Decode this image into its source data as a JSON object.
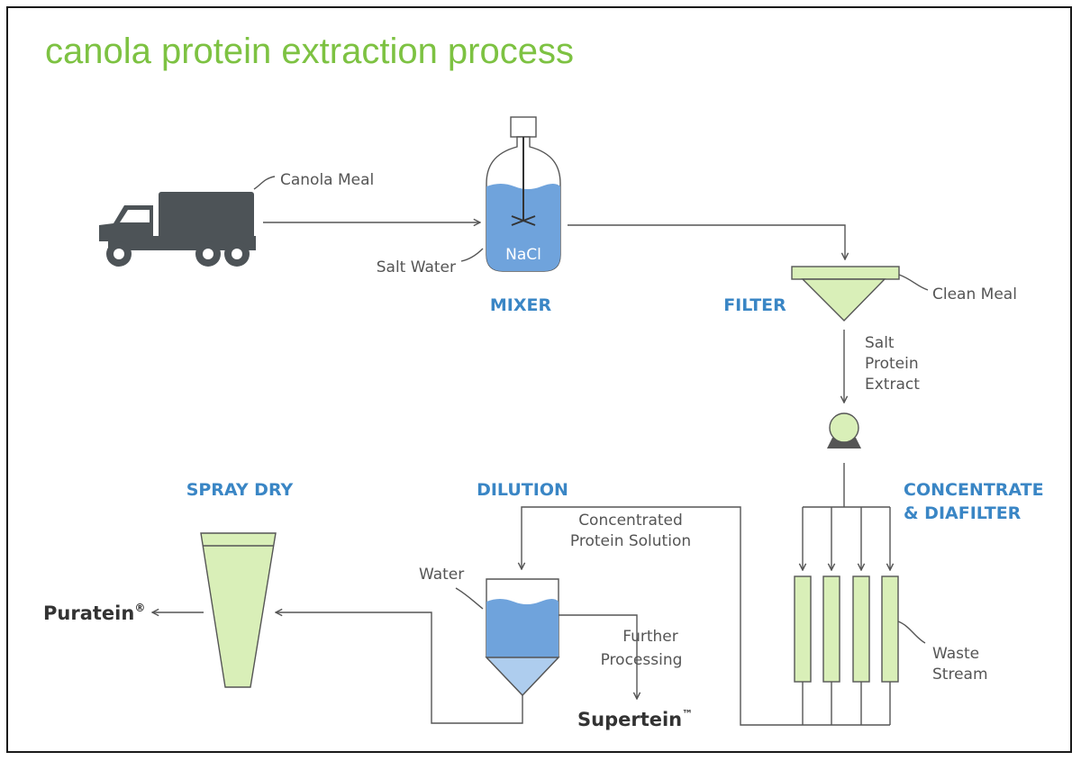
{
  "title": "canola protein extraction process",
  "stages": {
    "mixer": "MIXER",
    "filter": "FILTER",
    "concentrate_1": "CONCENTRATE",
    "concentrate_2": "& DIAFILTER",
    "dilution": "DILUTION",
    "spray_dry": "SPRAY DRY"
  },
  "labels": {
    "canola_meal": "Canola Meal",
    "salt_water": "Salt Water",
    "nacl": "NaCl",
    "clean_meal": "Clean Meal",
    "salt_protein_extract_1": "Salt",
    "salt_protein_extract_2": "Protein",
    "salt_protein_extract_3": "Extract",
    "concentrated_1": "Concentrated",
    "concentrated_2": "Protein Solution",
    "water": "Water",
    "further_1": "Further",
    "further_2": "Processing",
    "waste_1": "Waste",
    "waste_2": "Stream"
  },
  "products": {
    "puratein": "Puratein",
    "puratein_mark": "®",
    "supertein": "Supertein",
    "supertein_mark": "™"
  },
  "colors": {
    "title_green": "#7dc242",
    "stage_blue": "#3a86c5",
    "liquid_blue": "#6fa3dc",
    "light_blue": "#aecdee",
    "equipment_green": "#d9efb8",
    "truck_gray": "#4d5357"
  }
}
